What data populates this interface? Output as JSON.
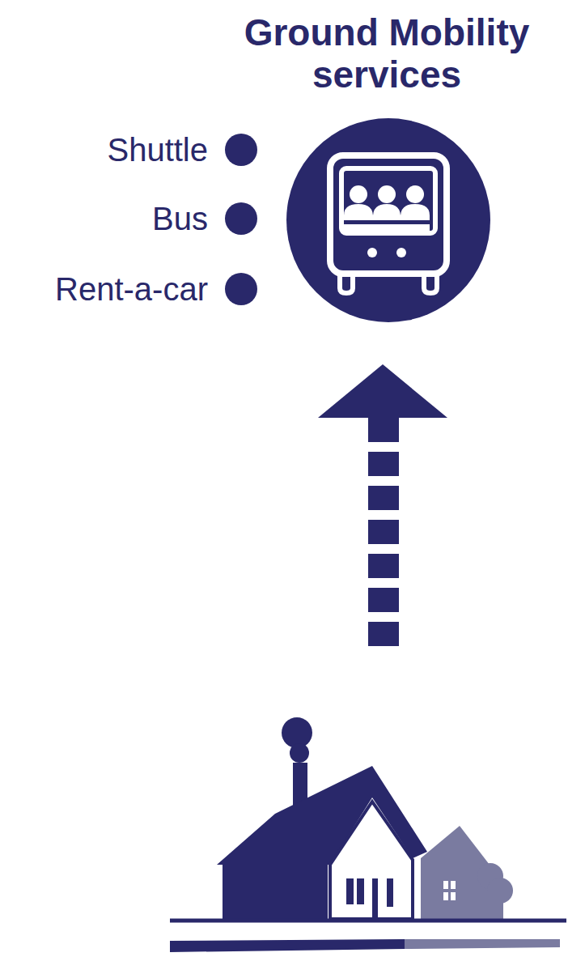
{
  "diagram": {
    "title": "Ground Mobility services",
    "labels": [
      "Shuttle",
      "Bus",
      "Rent-a-car"
    ]
  }
}
